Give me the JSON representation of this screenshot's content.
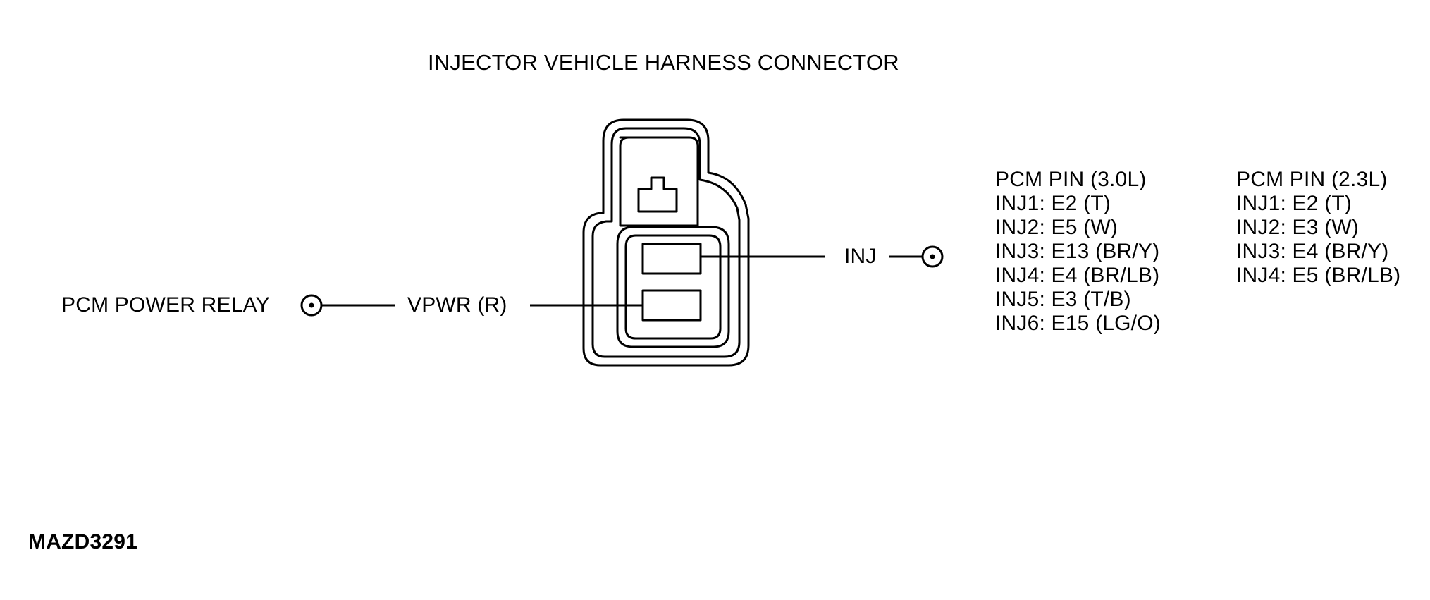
{
  "diagram": {
    "title": "INJECTOR VEHICLE HARNESS CONNECTOR",
    "figure_id": "MAZD3291",
    "left_terminal_label": "PCM POWER RELAY",
    "left_wire_label": "VPWR (R)",
    "right_wire_label": "INJ",
    "pin_table_3_0": {
      "header": "PCM PIN (3.0L)",
      "rows": [
        "INJ1: E2 (T)",
        "INJ2: E5 (W)",
        "INJ3: E13 (BR/Y)",
        "INJ4: E4 (BR/LB)",
        "INJ5: E3 (T/B)",
        "INJ6: E15 (LG/O)"
      ]
    },
    "pin_table_2_3": {
      "header": "PCM PIN (2.3L)",
      "rows": [
        "INJ1: E2 (T)",
        "INJ2: E3 (W)",
        "INJ3: E4 (BR/Y)",
        "INJ4: E5 (BR/LB)"
      ]
    }
  }
}
